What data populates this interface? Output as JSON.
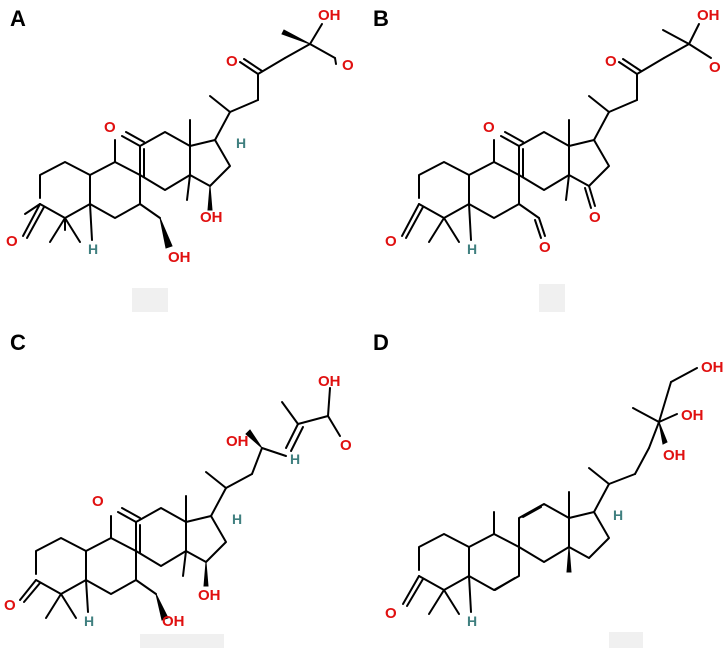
{
  "panels": [
    {
      "letter": "A"
    },
    {
      "letter": "B"
    },
    {
      "letter": "C"
    },
    {
      "letter": "D"
    }
  ],
  "atoms": {
    "oxygen": "O",
    "hydrogen": "H",
    "hydroxyl": "OH"
  },
  "colors": {
    "oxygen": "#e01010",
    "hydrogen": "#3f7f7f",
    "bond": "#000000"
  }
}
